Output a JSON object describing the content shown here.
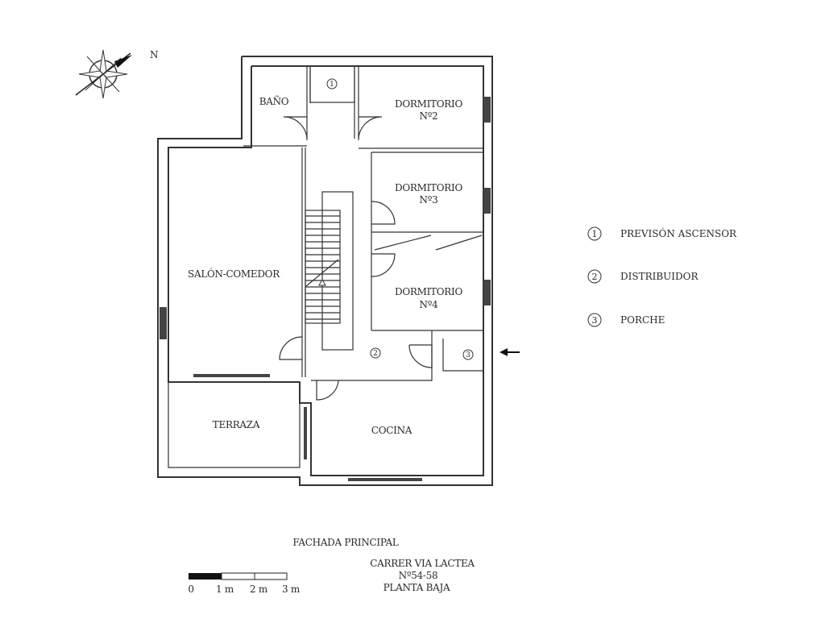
{
  "compass": {
    "north_label": "N"
  },
  "rooms": {
    "bano": "BAÑO",
    "dormitorio2": [
      "DORMITORIO",
      "Nº2"
    ],
    "dormitorio3": [
      "DORMITORIO",
      "Nº3"
    ],
    "dormitorio4": [
      "DORMITORIO",
      "Nº4"
    ],
    "salon": "SALÓN-COMEDOR",
    "terraza": "TERRAZA",
    "cocina": "COCINA"
  },
  "markers": [
    "1",
    "2",
    "3"
  ],
  "legend": [
    {
      "num": "1",
      "label": "PREVISÓN ASCENSOR"
    },
    {
      "num": "2",
      "label": "DISTRIBUIDOR"
    },
    {
      "num": "3",
      "label": "PORCHE"
    }
  ],
  "facade_label": "FACHADA PRINCIPAL",
  "title_block": [
    "CARRER VIA LACTEA",
    "Nº54-58",
    "PLANTA BAJA"
  ],
  "scale_bar": {
    "ticks": [
      "0",
      "1 m",
      "2 m",
      "3 m"
    ]
  }
}
